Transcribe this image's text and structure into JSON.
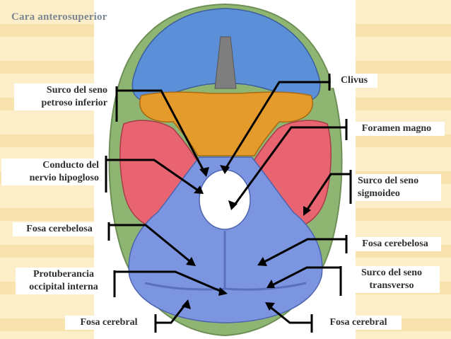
{
  "title": "Cara anterosuperior",
  "labels": {
    "clivus": "Clivus",
    "surco_petroso_1": "Surco del seno",
    "surco_petroso_2": "petroso inferior",
    "foramen_magno": "Foramen magno",
    "conducto_1": "Conducto del",
    "conducto_2": "nervio hipogloso",
    "surco_sigmoideo_1": "Surco del seno",
    "surco_sigmoideo_2": "sigmoideo",
    "fosa_cerebelosa_left": "Fosa cerebelosa",
    "fosa_cerebelosa_right": "Fosa cerebelosa",
    "protuberancia_1": "Protuberancia",
    "protuberancia_2": "occipital interna",
    "surco_transverso_1": "Surco del seno",
    "surco_transverso_2": "transverso",
    "fosa_cerebral_left": "Fosa cerebral",
    "fosa_cerebral_right": "Fosa cerebral"
  },
  "colors": {
    "frontal": "#5b8fd8",
    "sphenoid": "#e59a2c",
    "temporal": "#e86470",
    "occipital": "#7c95e0",
    "parietal": "#8fb573",
    "line": "#000000"
  }
}
